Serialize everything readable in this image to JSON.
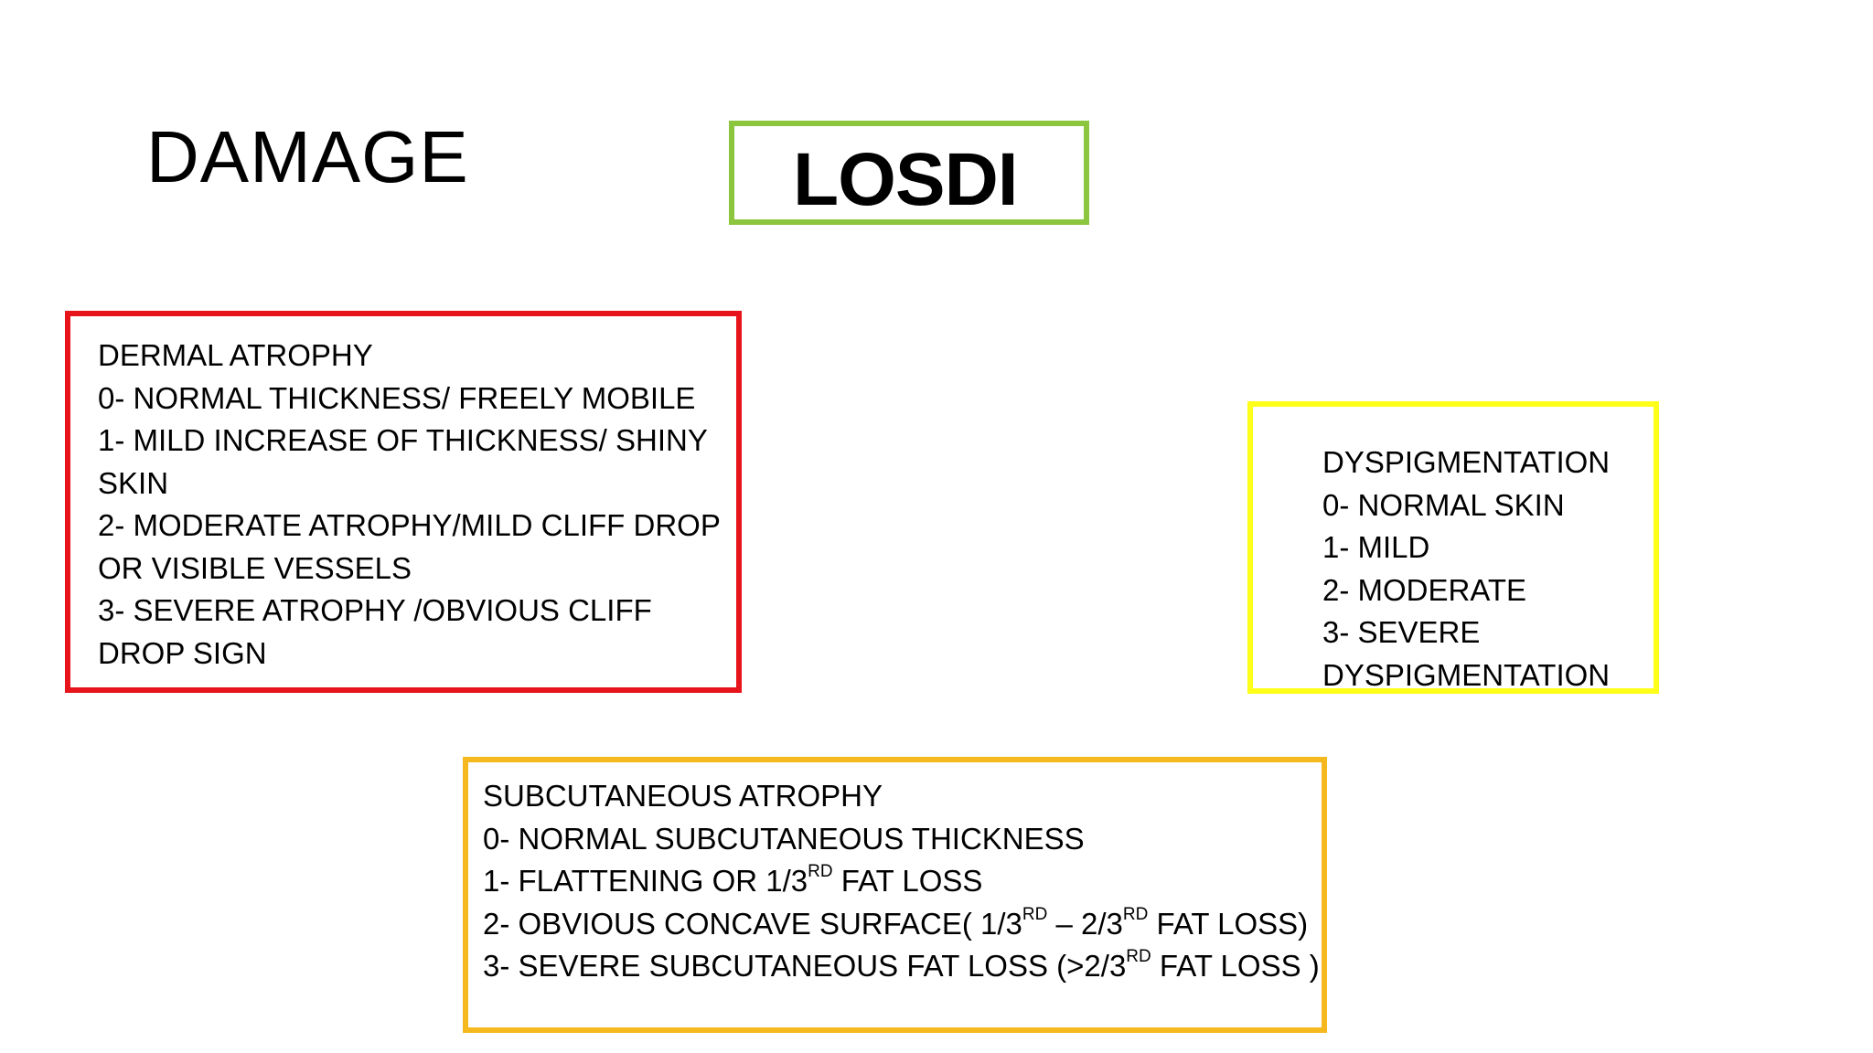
{
  "slide": {
    "heading": "DAMAGE",
    "title": "LOSDI"
  },
  "dermal": {
    "title": "DERMAL ATROPHY",
    "lines": [
      "0- NORMAL THICKNESS/ FREELY MOBILE",
      "1- MILD INCREASE OF THICKNESS/  SHINY",
      "SKIN",
      "2- MODERATE ATROPHY/MILD CLIFF DROP",
      "OR VISIBLE VESSELS",
      "3- SEVERE ATROPHY /OBVIOUS CLIFF",
      "DROP SIGN"
    ]
  },
  "dyspigmentation": {
    "title": "DYSPIGMENTATION",
    "lines": [
      "0- NORMAL SKIN",
      "1- MILD",
      "2- MODERATE",
      "3- SEVERE",
      "DYSPIGMENTATION"
    ]
  },
  "subcutaneous": {
    "title": "SUBCUTANEOUS ATROPHY",
    "line0": "0- NORMAL SUBCUTANEOUS THICKNESS",
    "line1": {
      "a": "1- FLATTENING OR 1/3",
      "sup1": "RD",
      "b": " FAT LOSS"
    },
    "line2": {
      "a": "2- OBVIOUS CONCAVE SURFACE( 1/3",
      "sup1": "RD",
      "b": " – 2/3",
      "sup2": "RD",
      "c": " FAT LOSS)"
    },
    "line3": {
      "a": "3- SEVERE SUBCUTANEOUS FAT LOSS (>2/3",
      "sup1": "RD",
      "b": " FAT LOSS )"
    }
  },
  "colors": {
    "title_border": "#8cc63f",
    "dermal_border": "#e8141c",
    "dyspigmentation_border": "#ffff1a",
    "subcutaneous_border": "#f5b81e"
  }
}
